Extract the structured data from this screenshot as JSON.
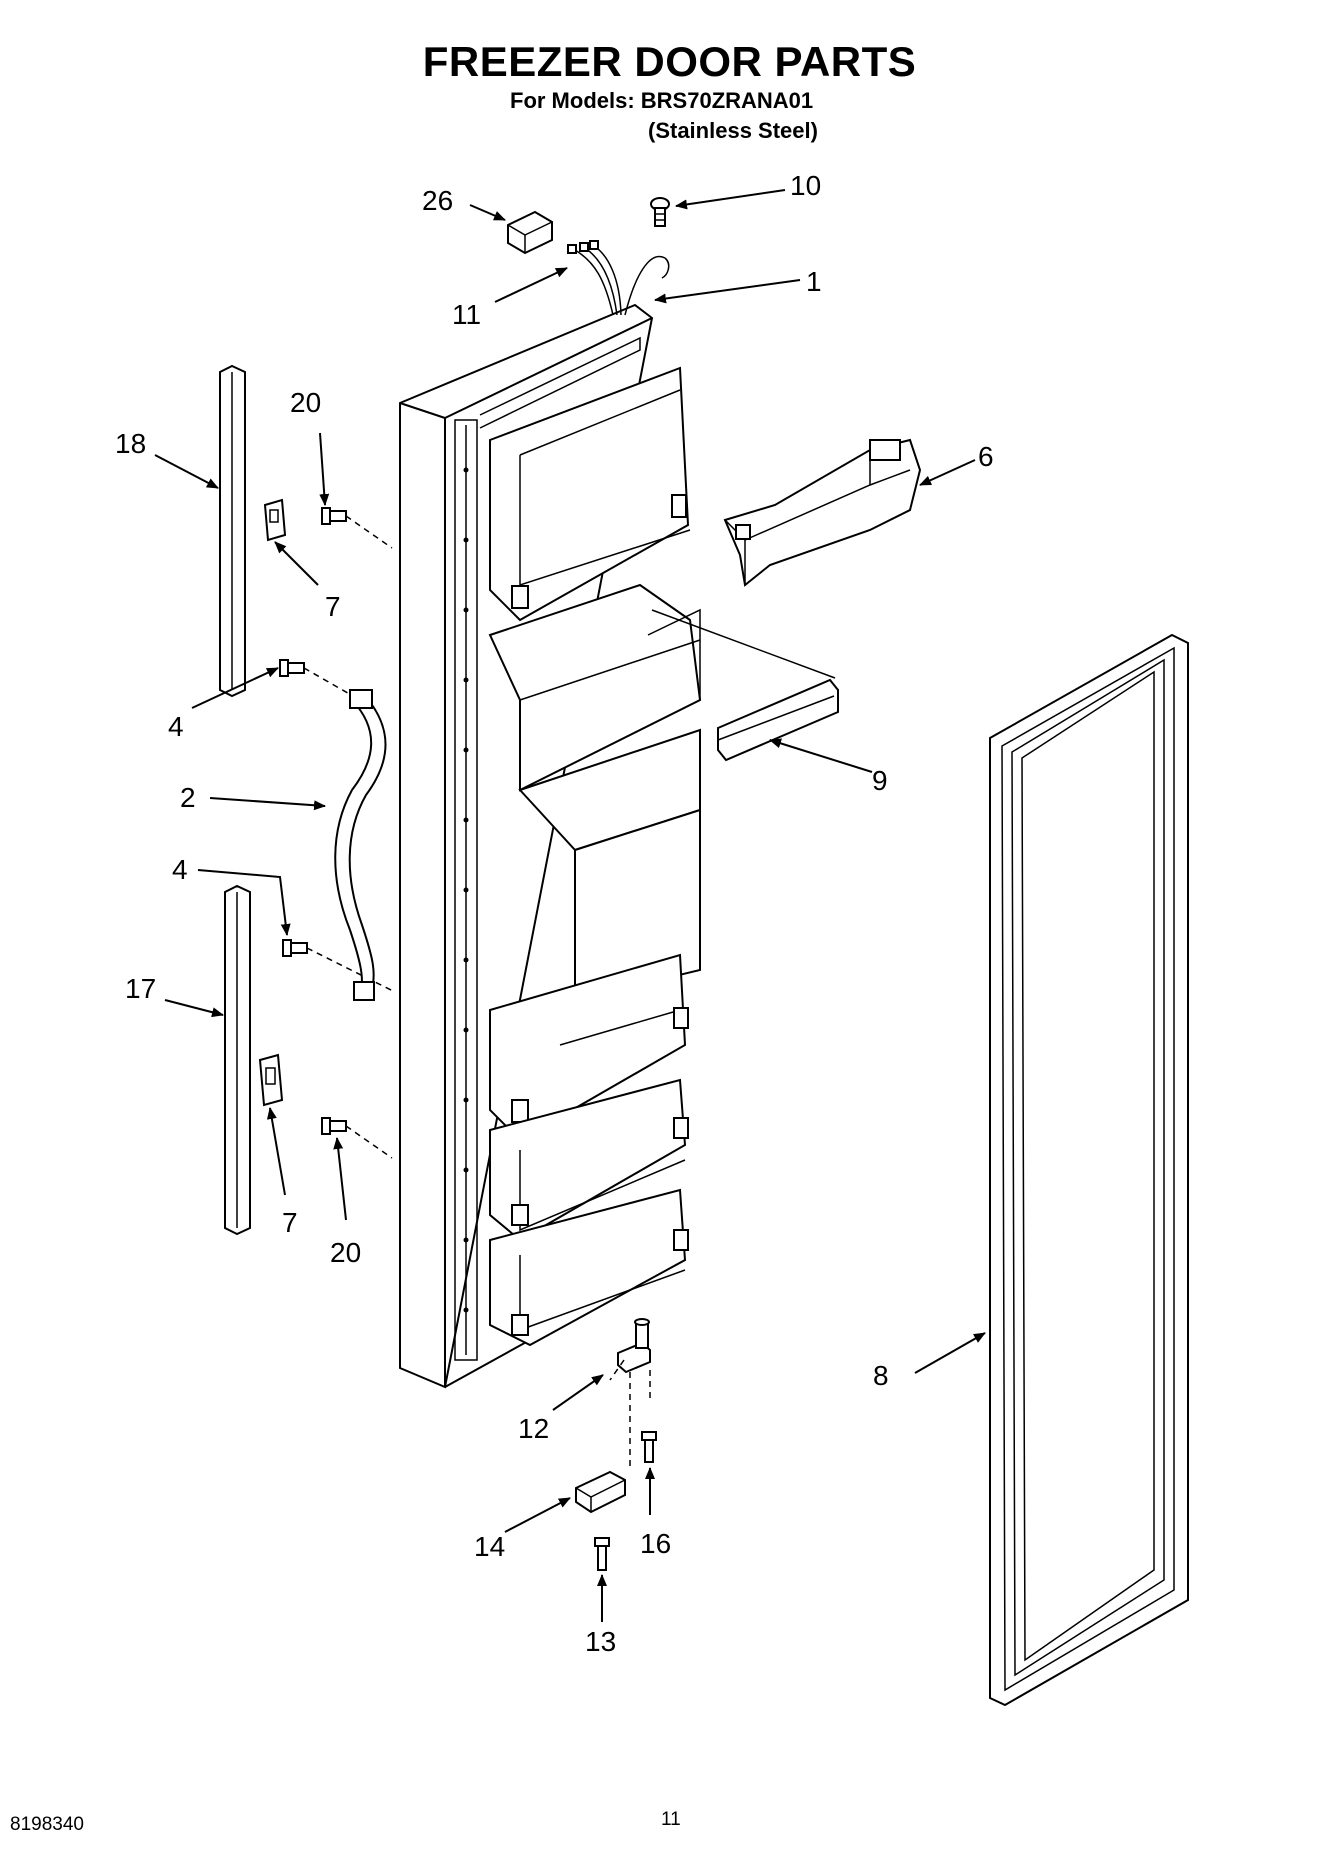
{
  "title": "FREEZER DOOR PARTS",
  "subtitle": "For Models: BRS70ZRANA01",
  "subtitle2": "(Stainless Steel)",
  "footer": {
    "doc_number": "8198340",
    "page_number": "11"
  },
  "callouts": {
    "c26": "26",
    "c10": "10",
    "c11": "11",
    "c1": "1",
    "c18": "18",
    "c20a": "20",
    "c6": "6",
    "c7a": "7",
    "c4a": "4",
    "c9": "9",
    "c2": "2",
    "c4b": "4",
    "c17": "17",
    "c7b": "7",
    "c20b": "20",
    "c8": "8",
    "c12": "12",
    "c14": "14",
    "c16": "16",
    "c13": "13"
  }
}
